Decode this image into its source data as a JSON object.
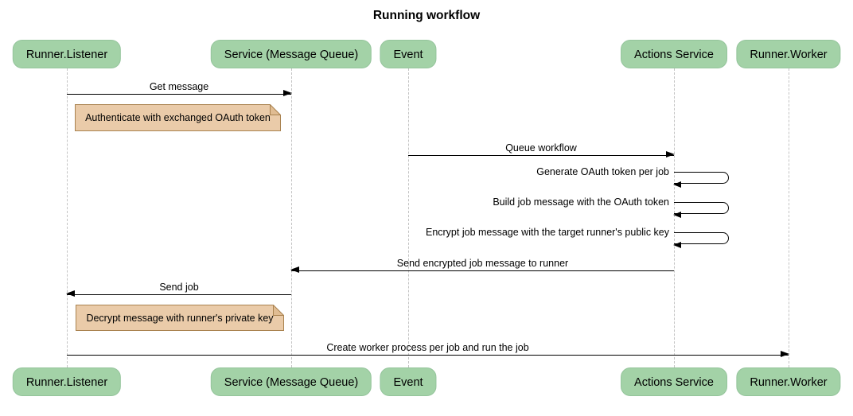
{
  "title": "Running workflow",
  "participants": [
    {
      "name": "Runner.Listener"
    },
    {
      "name": "Service (Message Queue)"
    },
    {
      "name": "Event"
    },
    {
      "name": "Actions Service"
    },
    {
      "name": "Runner.Worker"
    }
  ],
  "messages": [
    {
      "label": "Get message",
      "from": "Runner.Listener",
      "to": "Service (Message Queue)",
      "kind": "solid-arrow"
    },
    {
      "label": "Queue workflow",
      "from": "Event",
      "to": "Actions Service",
      "kind": "solid-arrow"
    },
    {
      "label": "Generate OAuth token per job",
      "from": "Actions Service",
      "to": "Actions Service",
      "kind": "self-arrow"
    },
    {
      "label": "Build job message with the OAuth token",
      "from": "Actions Service",
      "to": "Actions Service",
      "kind": "self-arrow"
    },
    {
      "label": "Encrypt job message with the target runner's public key",
      "from": "Actions Service",
      "to": "Actions Service",
      "kind": "self-arrow"
    },
    {
      "label": "Send encrypted job message to runner",
      "from": "Actions Service",
      "to": "Service (Message Queue)",
      "kind": "solid-arrow"
    },
    {
      "label": "Send job",
      "from": "Service (Message Queue)",
      "to": "Runner.Listener",
      "kind": "solid-arrow"
    },
    {
      "label": "Create worker process per job and run the job",
      "from": "Runner.Listener",
      "to": "Runner.Worker",
      "kind": "solid-arrow"
    }
  ],
  "notes": [
    {
      "text": "Authenticate with exchanged OAuth token"
    },
    {
      "text": "Decrypt message with runner's private key"
    }
  ],
  "colors": {
    "participant_fill": "#a3d2a7",
    "participant_border": "#94c49b",
    "note_fill": "#eacba9",
    "note_border": "#a9824f",
    "line": "#000000",
    "lifeline": "#c3c3c3",
    "background": "#ffffff",
    "text": "#000000"
  }
}
